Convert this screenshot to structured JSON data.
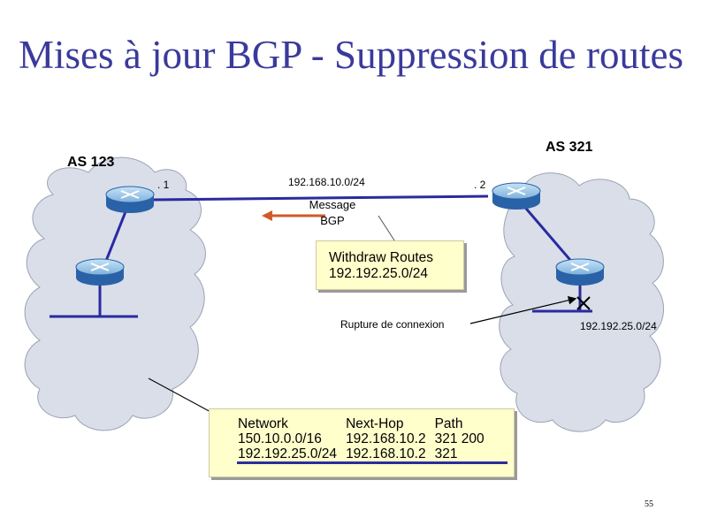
{
  "slide": {
    "title": "Mises à jour BGP - Suppression de routes",
    "page_number": "55"
  },
  "as_left": {
    "label": "AS 123"
  },
  "as_right": {
    "label": "AS 321"
  },
  "link": {
    "network": "192.168.10.0/24",
    "left_if": ". 1",
    "right_if": ". 2"
  },
  "message": {
    "line1": "Message",
    "line2": "BGP"
  },
  "withdraw": {
    "line1": "Withdraw Routes",
    "line2": "192.192.25.0/24"
  },
  "failure": {
    "label": "Rupture de connexion",
    "lost_network": "192.192.25.0/24"
  },
  "bgp_table": {
    "headers": [
      "Network",
      "Next-Hop",
      "Path"
    ],
    "rows": [
      [
        "150.10.0.0/16",
        "192.168.10.2",
        "321 200"
      ],
      [
        "192.192.25.0/24",
        "192.168.10.2",
        "321"
      ]
    ]
  },
  "colors": {
    "title": "#3a3a9c",
    "cloud_fill": "#d9dee9",
    "router_top": "#9ec7e6",
    "router_body": "#2a62a8",
    "link_line": "#2a2aa0",
    "message_arrow": "#d05a2a",
    "box_fill": "#ffffcc"
  }
}
